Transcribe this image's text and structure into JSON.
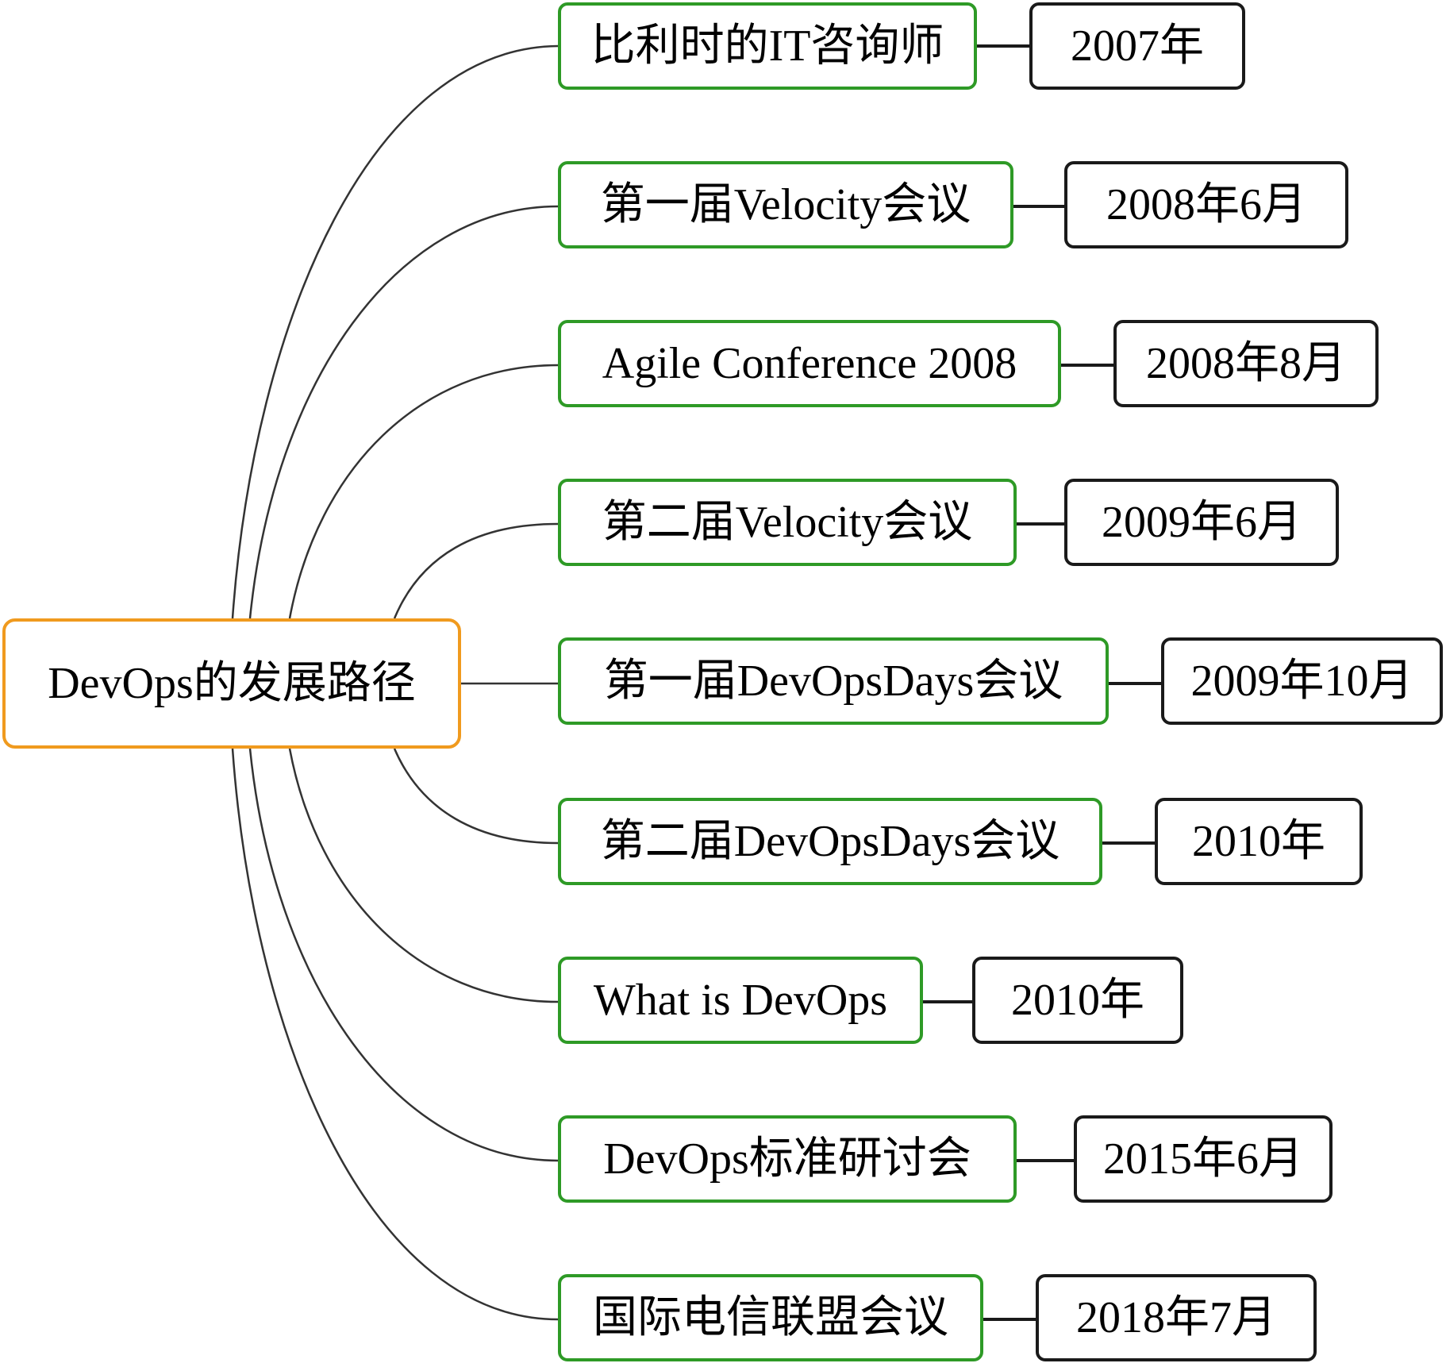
{
  "colors": {
    "root_border": "#f09a1e",
    "event_border": "#2e9a26",
    "date_border": "#1a1a1a",
    "line": "#333333"
  },
  "root": {
    "label": "DevOps的发展路径"
  },
  "milestones": [
    {
      "event": "比利时的IT咨询师",
      "date": "2007年"
    },
    {
      "event": "第一届Velocity会议",
      "date": "2008年6月"
    },
    {
      "event": "Agile Conference 2008",
      "date": "2008年8月"
    },
    {
      "event": "第二届Velocity会议",
      "date": "2009年6月"
    },
    {
      "event": "第一届DevOpsDays会议",
      "date": "2009年10月"
    },
    {
      "event": "第二届DevOpsDays会议",
      "date": "2010年"
    },
    {
      "event": "What is DevOps",
      "date": "2010年"
    },
    {
      "event": "DevOps标准研讨会",
      "date": "2015年6月"
    },
    {
      "event": "国际电信联盟会议",
      "date": "2018年7月"
    }
  ]
}
